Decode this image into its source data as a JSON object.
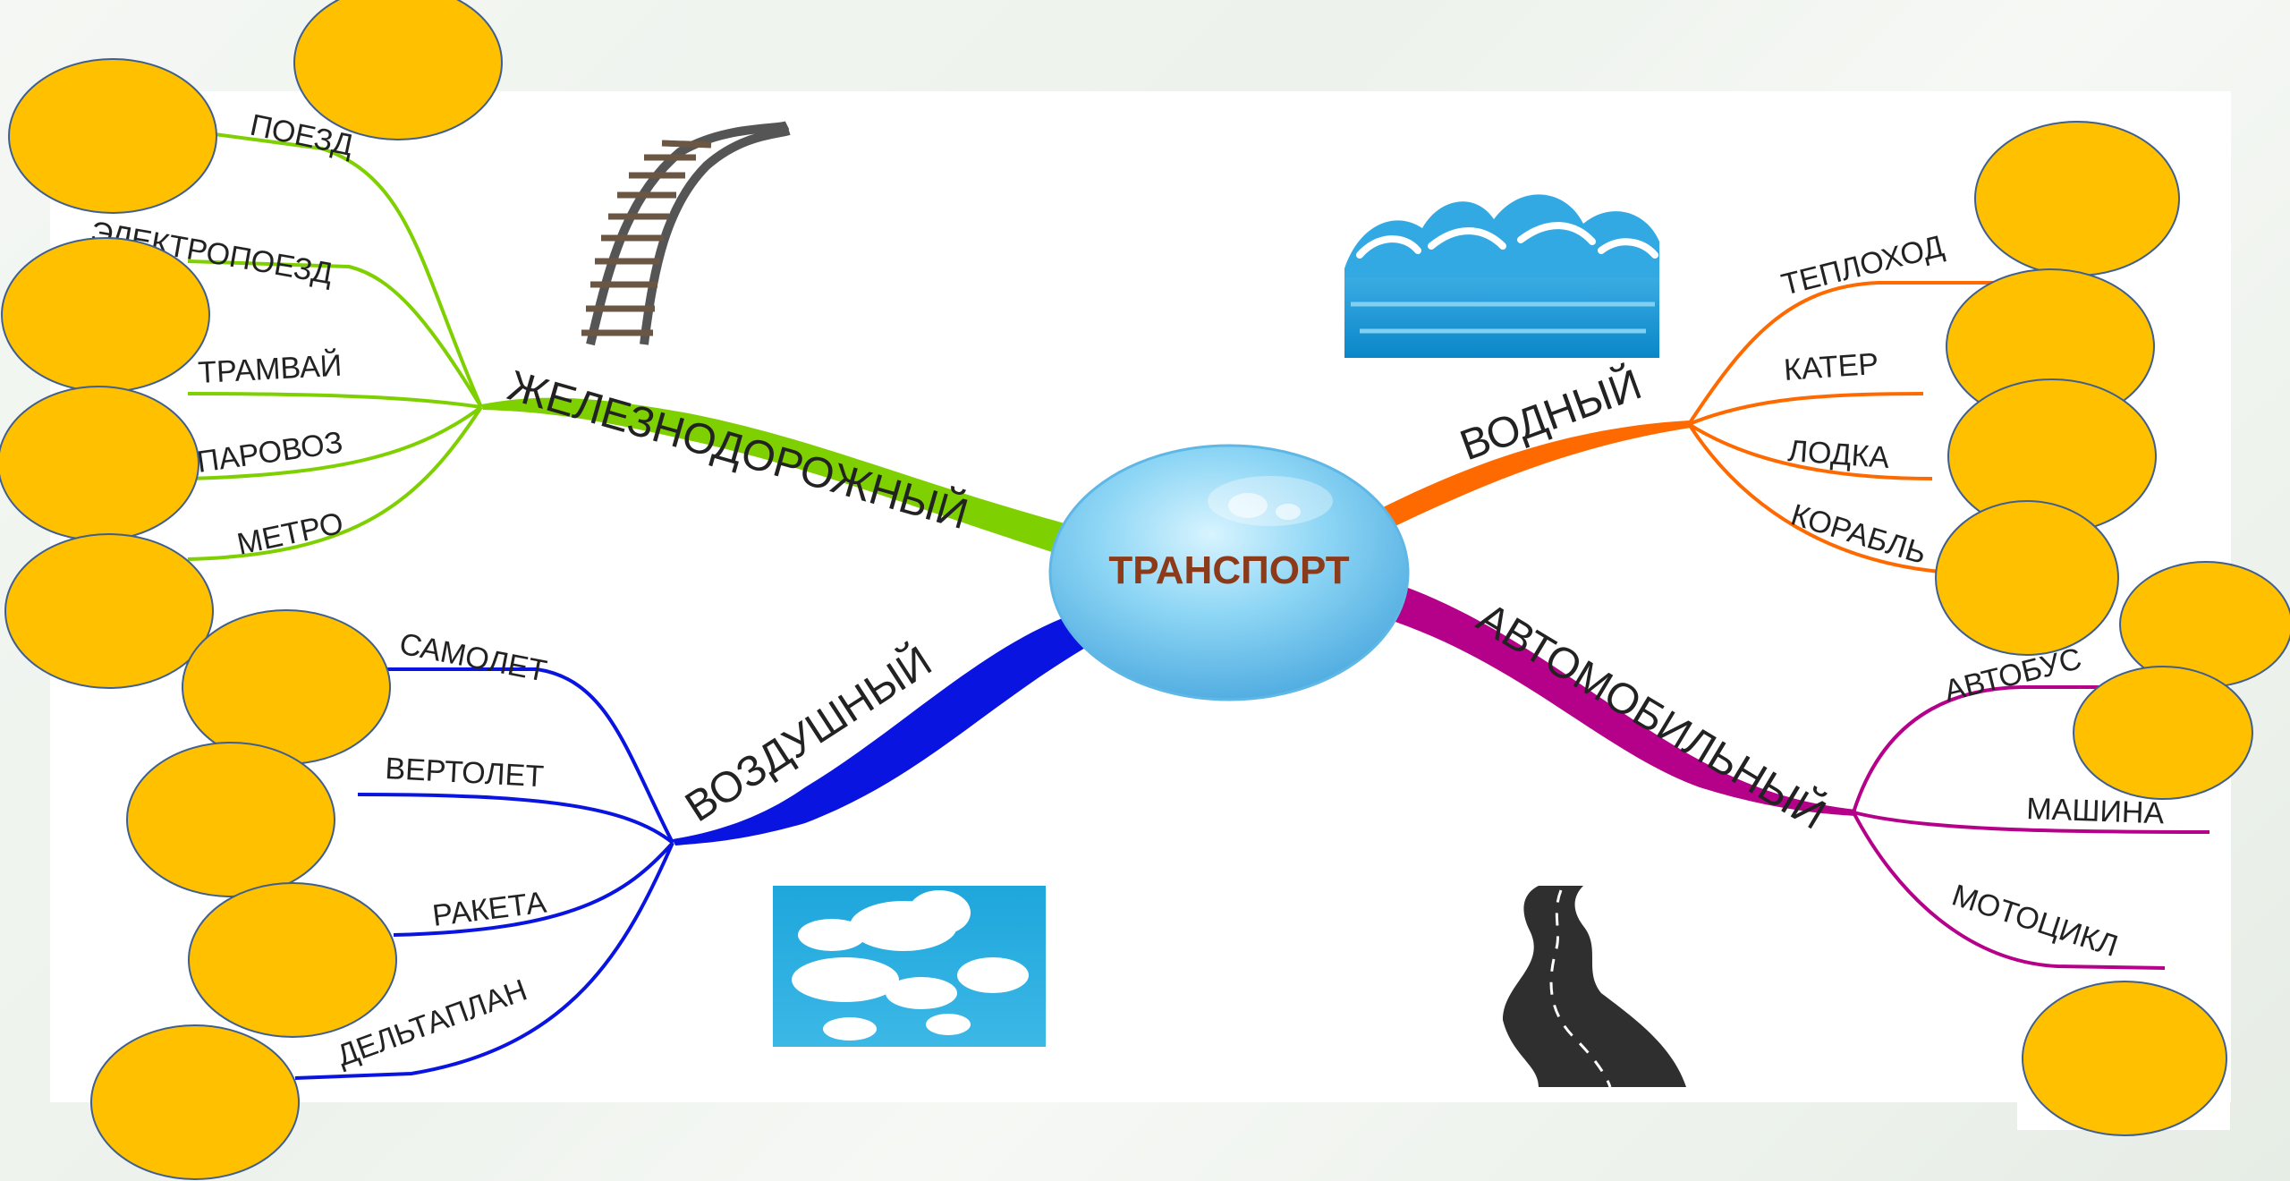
{
  "center": {
    "label": "ТРАНСПОРТ",
    "color": "#8B3A1A"
  },
  "branches": {
    "rail": {
      "label": "ЖЕЛЕЗНОДОРОЖНЫЙ",
      "color": "#7FD000",
      "items": [
        "ПОЕЗД",
        "ЭЛЕКТРОПОЕЗД",
        "ТРАМВАЙ",
        "ПАРОВОЗ",
        "МЕТРО"
      ]
    },
    "water": {
      "label": "ВОДНЫЙ",
      "color": "#FF6A00",
      "items": [
        "ТЕПЛОХОД",
        "КАТЕР",
        "ЛОДКА",
        "КОРАБЛЬ"
      ]
    },
    "air": {
      "label": "ВОЗДУШНЫЙ",
      "color": "#0A14E0",
      "items": [
        "САМОЛЕТ",
        "ВЕРТОЛЕТ",
        "РАКЕТА",
        "ДЕЛЬТАПЛАН"
      ]
    },
    "auto": {
      "label": "АВТОМОБИЛЬНЫЙ",
      "color": "#B5008A",
      "items": [
        "АВТОБУС",
        "МАШИНА",
        "МОТОЦИКЛ"
      ]
    }
  },
  "colors": {
    "oval_fill": "#FFC000",
    "oval_stroke": "#3F5F8F",
    "bubble": "#8FD4F2"
  },
  "pictures": [
    "railway-track",
    "sea-waves",
    "clouds",
    "winding-road"
  ]
}
